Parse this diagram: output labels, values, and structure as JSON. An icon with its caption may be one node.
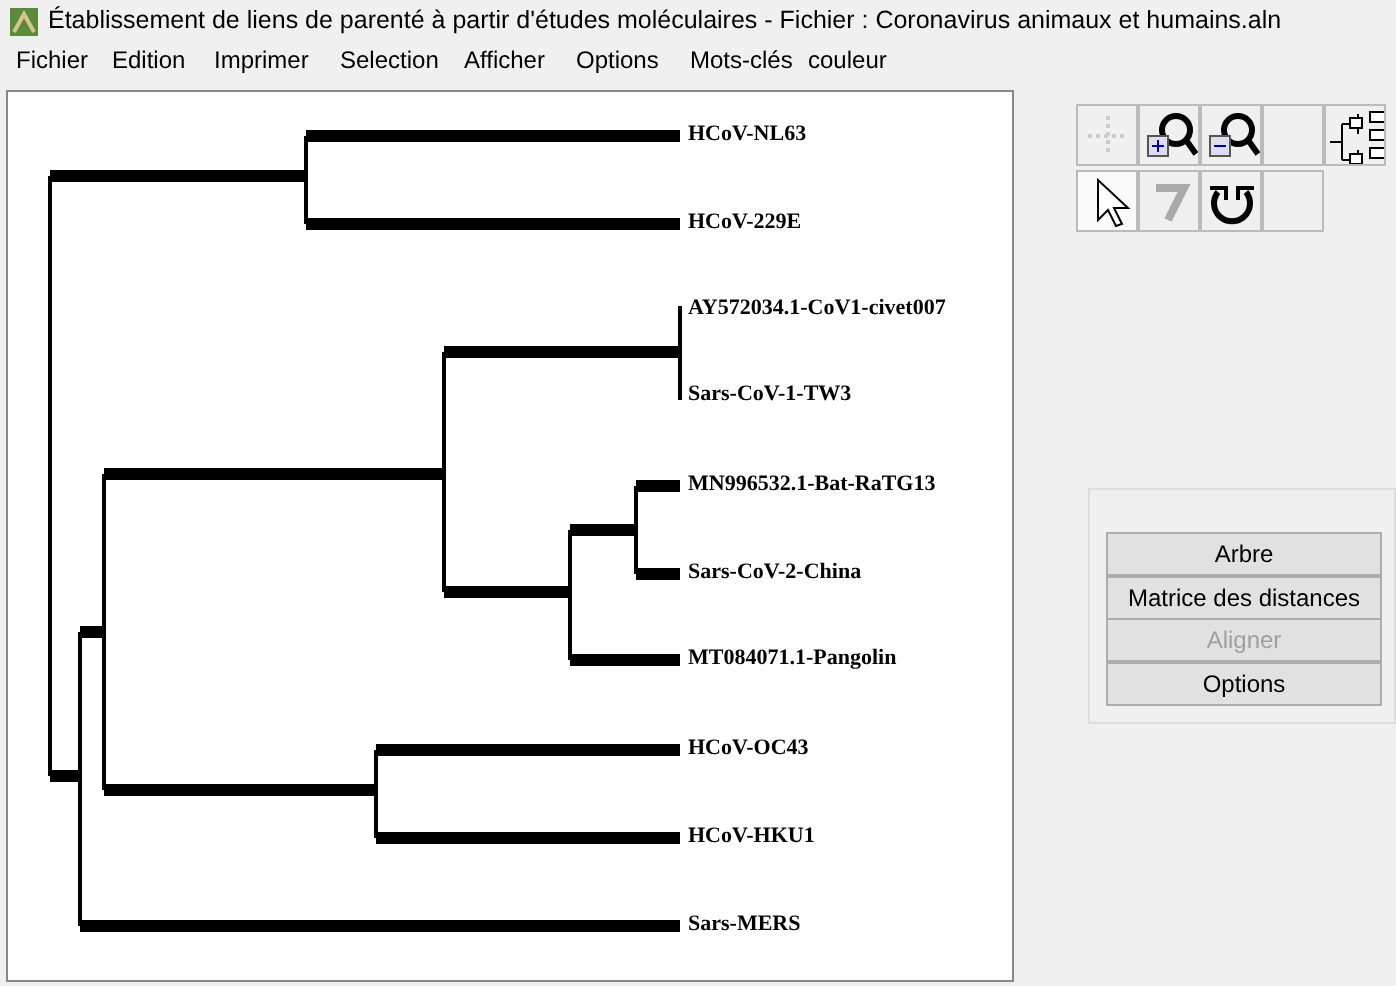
{
  "diagram": {
    "title": "Établissement de liens de parenté à partir d'études moléculaires - Fichier : Coronavirus animaux et humains.aln",
    "labels": [
      "Fichier",
      "Edition",
      "Imprimer",
      "Selection",
      "Afficher",
      "Options",
      "Mots-clés",
      "couleur",
      "HCoV-NL63",
      "HCoV-229E",
      "AY572034.1-CoV1-civet007",
      "Sars-CoV-1-TW3",
      "MN996532.1-Bat-RaTG13",
      "Sars-CoV-2-China",
      "MT084071.1-Pangolin",
      "HCoV-OC43",
      "HCoV-HKU1",
      "Sars-MERS",
      "Arbre",
      "Matrice des distances",
      "Aligner",
      "Options"
    ]
  }
}
